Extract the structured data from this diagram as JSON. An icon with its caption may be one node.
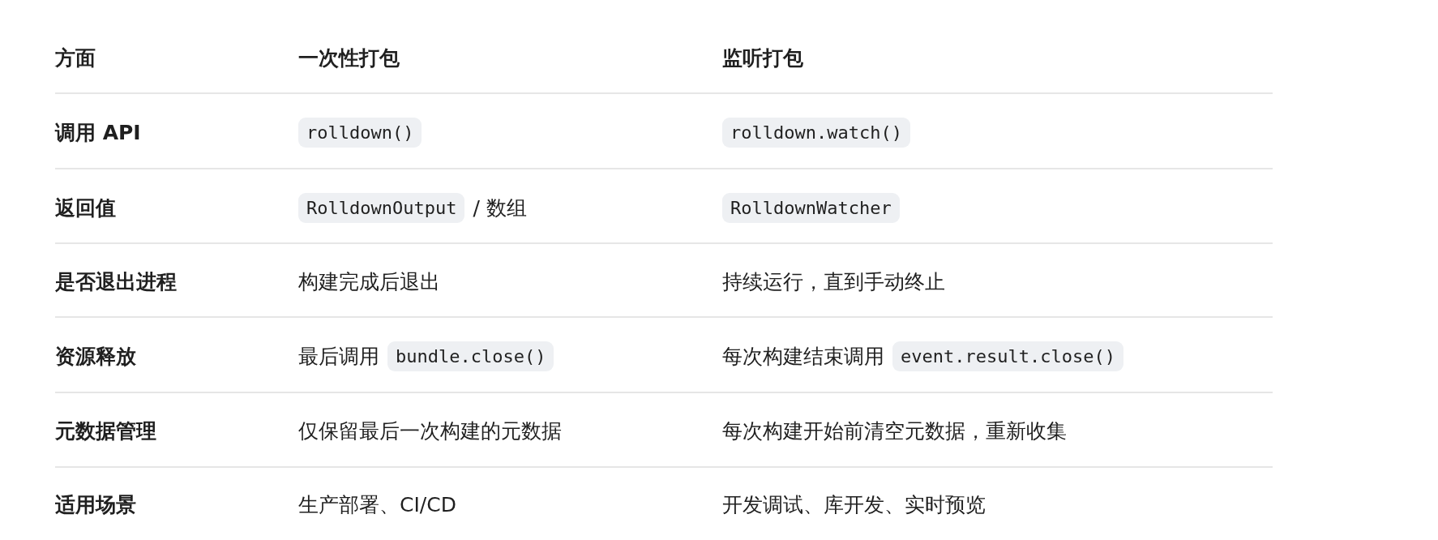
{
  "diagram": {
    "labels": [
      "方面",
      "一次性打包",
      "监听打包",
      "调用 API",
      "rolldown()",
      "rolldown.watch()",
      "返回值",
      "RolldownOutput",
      "/ 数组",
      "RolldownWatcher",
      "是否退出进程",
      "构建完成后退出",
      "持续运行，直到手动终止",
      "资源释放",
      "最后调用",
      "bundle.close()",
      "每次构建结束调用",
      "event.result.close()",
      "元数据管理",
      "仅保留最后一次构建的元数据",
      "每次构建开始前清空元数据，重新收集",
      "适用场景",
      "生产部署、CI/CD",
      "开发调试、库开发、实时预览"
    ]
  }
}
